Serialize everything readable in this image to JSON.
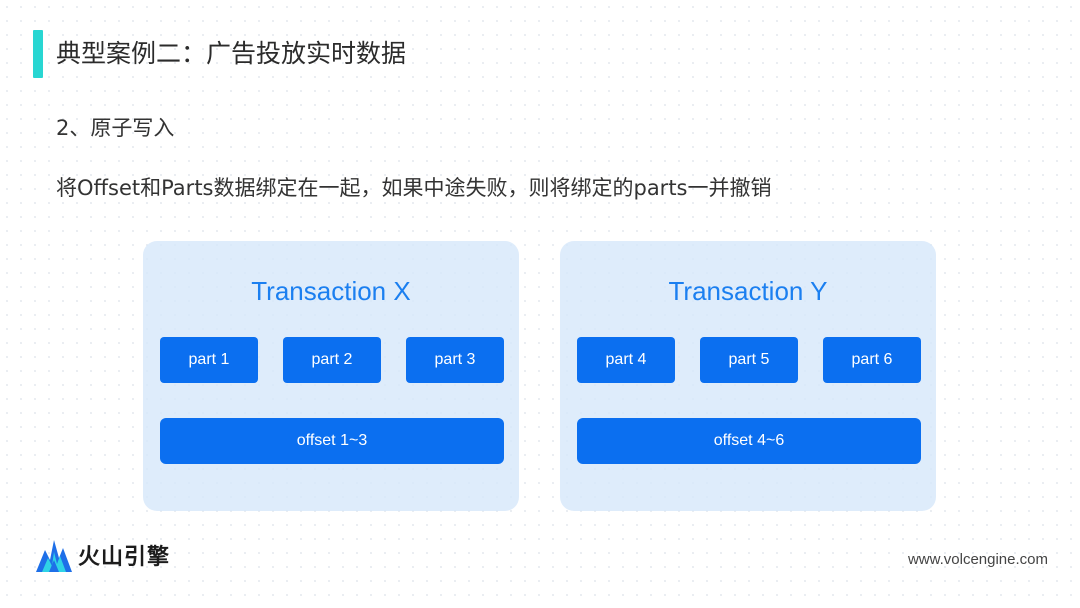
{
  "slide": {
    "title": "典型案例二：广告投放实时数据",
    "subtitle": "2、原子写入",
    "description": "将Offset和Parts数据绑定在一起，如果中途失败，则将绑定的parts一并撤销"
  },
  "transactions": [
    {
      "title": "Transaction X",
      "parts": [
        "part 1",
        "part 2",
        "part 3"
      ],
      "offset": "offset 1~3"
    },
    {
      "title": "Transaction Y",
      "parts": [
        "part 4",
        "part 5",
        "part 6"
      ],
      "offset": "offset 4~6"
    }
  ],
  "footer": {
    "brand": "火山引擎",
    "url": "www.volcengine.com"
  },
  "colors": {
    "accent": "#28d6d2",
    "block": "#0b6ff0",
    "heading_blue": "#1b7ff0",
    "container": "#d7e8fa"
  }
}
